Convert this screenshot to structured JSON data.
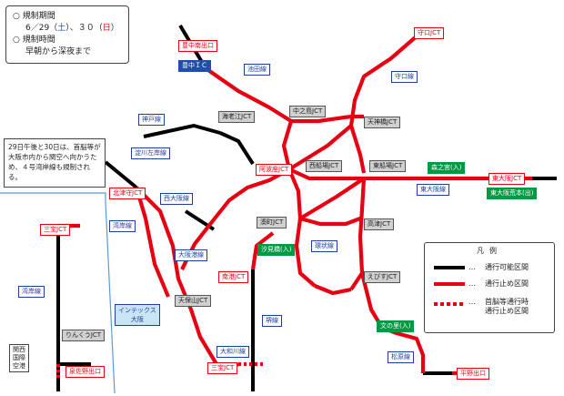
{
  "info": {
    "period_label": "規制期間",
    "date_a": "6／29（",
    "day_a": "土",
    "date_mid": "）、３０（",
    "day_b": "日",
    "date_end": "）",
    "time_label": "規制時間",
    "time_value": "早朝から深夜まで"
  },
  "note": "29日午後と30日は、首脳等が大阪市内から関空へ向かうため、４号湾岸線も規制される。",
  "labels": {
    "toyonaka_minami": "豊中南出口",
    "moriguchi_jct": "守口JCT",
    "toyonaka_ic": "豊中ＩＣ",
    "ikeda": "池田線",
    "moriguchi_sen": "守口線",
    "kobe": "神戸線",
    "ebie_jct": "海老江JCT",
    "nakanoshima_jct": "中之島JCT",
    "tenjinbashi_jct": "天神橋JCT",
    "yodogawa": "淀川左岸線",
    "awaza_jct": "阿波座JCT",
    "nishisenba_jct": "西船場JCT",
    "higashisenba_jct": "東船場JCT",
    "moriguchi_in": "森之宮(入)",
    "higashiosaka_jct": "東大阪JCT",
    "higashiosaka_sen": "東大阪線",
    "higashiosaka_arakawa": "東大阪荒本(出)",
    "kitatsumori_jct": "北津守JCT",
    "nishiosaka": "西大阪線",
    "minatomachi_jct": "湊町JCT",
    "korai_jct": "高津JCT",
    "wangan_left": "湾岸線",
    "shiomibashi": "汐見橋(入)",
    "kanjo": "環状線",
    "osaka_ko": "大阪港線",
    "minamiko_jct": "南港JCT",
    "ebisucho_jct": "えびすJCT",
    "tenpozan_jct": "天保山JCT",
    "intex": "インテックス\n大阪",
    "sakai": "堺線",
    "bunnosato": "文の里(入)",
    "matsubara": "松原線",
    "yamato": "大和川線",
    "mitakara_jct": "三宝JCT",
    "hirano": "平野出口",
    "inset_mitakara": "三宝JCT",
    "inset_wangan": "湾岸線",
    "rinku_jct": "りんくうJCT",
    "kansai_airport": "関西\n国際\n空港",
    "izumisano": "泉佐野出口"
  },
  "legend": {
    "title": "凡例",
    "dots": "…",
    "open": "通行可能区間",
    "closed": "通行止め区間",
    "leaders": "首脳等通行時\n通行止め区間"
  },
  "colors": {
    "closed": "#e60012",
    "open": "#000000",
    "label_blue": "#1f3f9f",
    "green": "#009944",
    "inset_line": "#5b9bd5"
  }
}
